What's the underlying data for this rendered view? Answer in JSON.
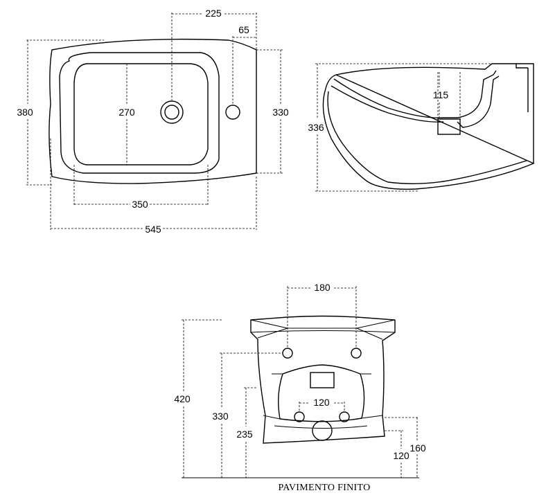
{
  "plan_view": {
    "dim_tap_offset": "225",
    "dim_hole_offset": "65",
    "dim_total_depth": "380",
    "dim_bowl_depth": "270",
    "dim_back_depth": "330",
    "dim_bowl_width": "350",
    "dim_total_width": "545"
  },
  "side_view": {
    "dim_height": "336",
    "dim_outlet": "115"
  },
  "front_view": {
    "dim_bolt_spacing": "180",
    "dim_total_height": "420",
    "dim_bolt_height": "330",
    "dim_drain_height": "235",
    "dim_supply_spacing": "120",
    "dim_supply_height": "120",
    "dim_rim_height": "160",
    "floor_label": "PAVIMENTO FINITO"
  }
}
